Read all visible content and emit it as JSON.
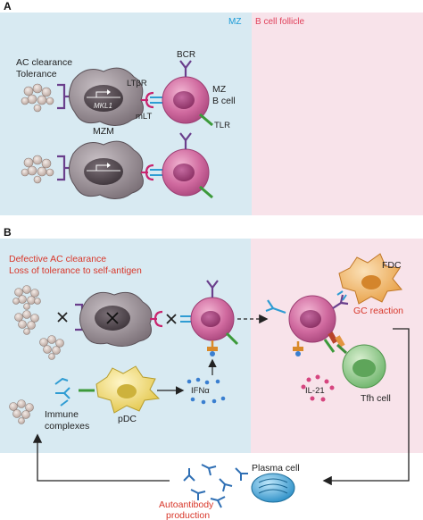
{
  "panel_a": {
    "letter": "A",
    "zone_mz": "MZ",
    "zone_follicle": "B cell follicle",
    "ac_clearance": "AC clearance",
    "tolerance": "Tolerance",
    "mkl1": "MKL1",
    "ltbr": "LTβR",
    "mlt": "mLT",
    "mzm": "MZM",
    "bcr": "BCR",
    "mz_b_line1": "MZ",
    "mz_b_line2": "B cell",
    "tlr": "TLR"
  },
  "panel_b": {
    "letter": "B",
    "defective": "Defective AC clearance",
    "loss": "Loss of tolerance to self-antigen",
    "fdc": "FDC",
    "gc_reaction": "GC reaction",
    "pdc": "pDC",
    "ifna": "IFNα",
    "immune_line1": "Immune",
    "immune_line2": "complexes",
    "il21": "IL-21",
    "tfh": "Tfh cell",
    "plasma": "Plasma cell",
    "auto_line1": "Autoantibody",
    "auto_line2": "production"
  },
  "colors": {
    "mz_blue": "#1a9bd7",
    "follicle_pink": "#e0405a",
    "red_text": "#d8372a",
    "b_cell": "#c75a92",
    "macrophage": "#8a7e86"
  }
}
